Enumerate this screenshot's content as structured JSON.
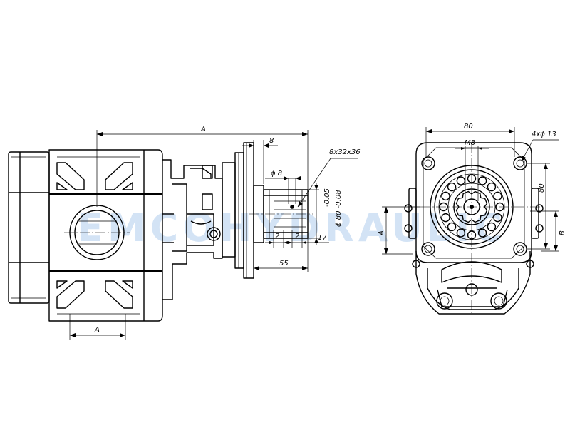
{
  "watermark": "EMCOHYDRAULIC",
  "side_view": {
    "dim_top_A": "A",
    "dim_flange": "8",
    "dim_spline": "8x32x36",
    "dim_pin_dia": "ϕ 8",
    "dim_shaft_dia": "ϕ 80 -0.08",
    "dim_shaft_tol": "-0.05",
    "dim_chamfer_1": "2",
    "dim_chamfer_2": "2",
    "dim_17": "17",
    "dim_55": "55",
    "dim_bottom_A": "A"
  },
  "front_view": {
    "dim_80_top": "80",
    "dim_m8": "M8",
    "dim_holes": "4xϕ 13",
    "dim_80_right": "80",
    "dim_B": "B",
    "dim_A": "A"
  }
}
